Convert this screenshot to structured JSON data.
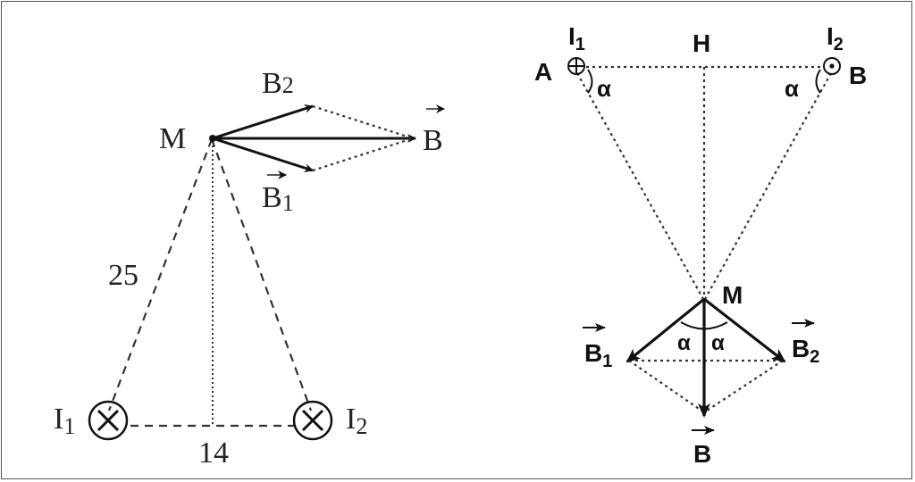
{
  "left_figure": {
    "point_M": "M",
    "vector_B": "B",
    "vector_B1": "B",
    "vector_B1_sub": "1",
    "vector_B2": "B",
    "vector_B2_sub": "2",
    "distance_MI": "25",
    "distance_I1I2": "14",
    "current_I1": "I",
    "current_I1_sub": "1",
    "current_I2": "I",
    "current_I2_sub": "2"
  },
  "right_figure": {
    "current_I1": "I",
    "current_I1_sub": "1",
    "current_I2": "I",
    "current_I2_sub": "2",
    "point_A": "A",
    "point_B": "B",
    "point_H": "H",
    "point_M": "M",
    "angle_A": "α",
    "angle_B": "α",
    "angle_M_left": "α",
    "angle_M_right": "α",
    "vector_B1": "B",
    "vector_B1_sub": "1",
    "vector_B2": "B",
    "vector_B2_sub": "2",
    "vector_B": "B"
  }
}
